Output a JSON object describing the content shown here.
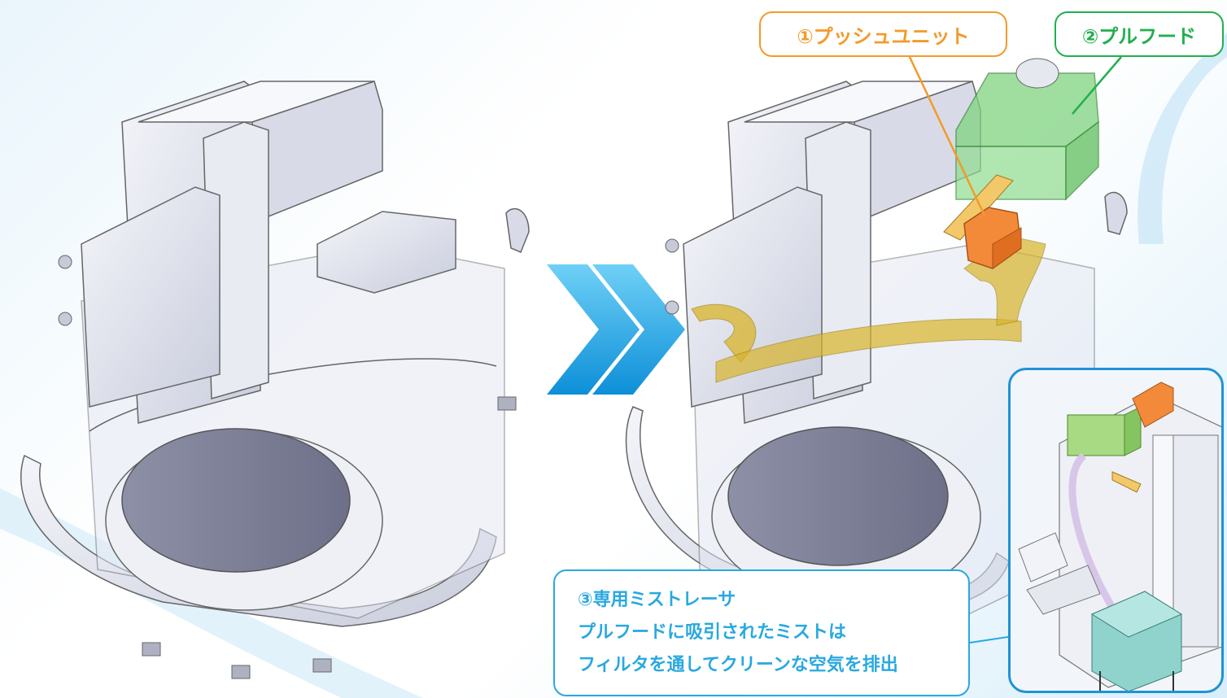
{
  "labels": {
    "push_unit": "①プッシュユニット",
    "pull_hood": "②プルフード",
    "mist_trap_title": "③専用ミストレーサ",
    "mist_trap_line2": "プルフードに吸引されたミストは",
    "mist_trap_line3": "フィルタを通してクリーンな空気を排出"
  },
  "colors": {
    "push_unit": "#f39a2b",
    "pull_hood": "#21b04d",
    "mist_trap": "#29a8e0",
    "arrow": "#1ea3e6",
    "airflow": "#d9b42a"
  },
  "icons": {
    "transition": "double-chevron-right-icon"
  }
}
